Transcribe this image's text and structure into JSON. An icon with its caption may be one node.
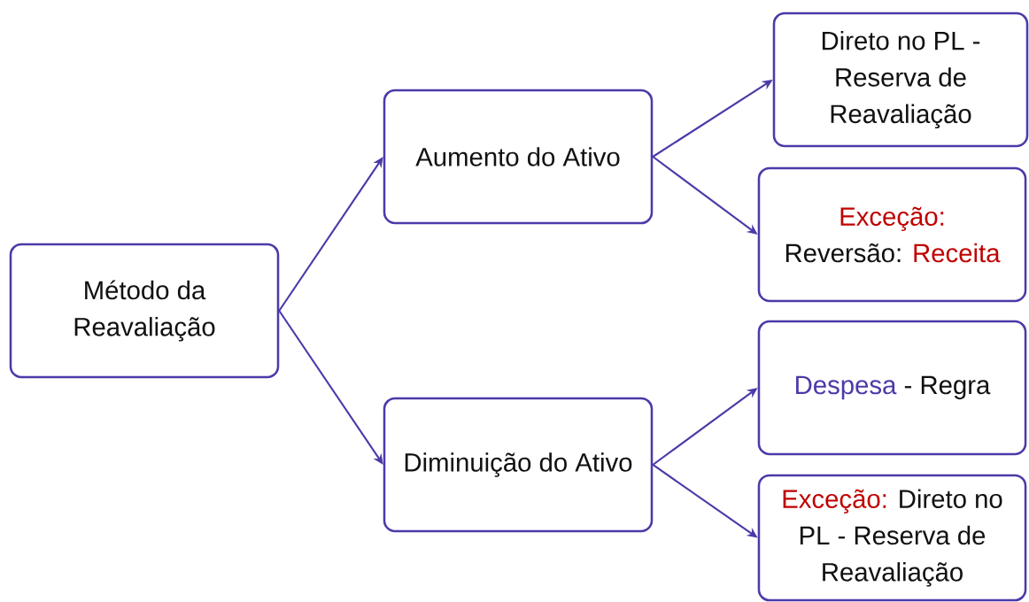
{
  "diagram": {
    "nodes": [
      {
        "text": [
          "Método da Reavaliação"
        ]
      },
      {
        "text": [
          "Aumento do Ativo"
        ]
      },
      {
        "text": [
          "Diminuição do Ativo"
        ]
      },
      {
        "text": [
          "Direto no PL - Reserva de Reavaliação"
        ]
      },
      {
        "text": [
          "Exceção:",
          "Reversão:",
          "Receita"
        ]
      },
      {
        "text": [
          "Despesa",
          "- Regra"
        ]
      },
      {
        "text": [
          "Exceção:",
          "Direto no PL - Reserva de Reavaliação"
        ]
      }
    ],
    "edges": [
      {
        "from": 0,
        "to": 1,
        "arrow": "to"
      },
      {
        "from": 0,
        "to": 2,
        "arrow": "to"
      },
      {
        "from": 1,
        "to": 3,
        "arrow": "to"
      },
      {
        "from": 1,
        "to": 4,
        "arrow": "to"
      },
      {
        "from": 2,
        "to": 5,
        "arrow": "to"
      },
      {
        "from": 2,
        "to": 6,
        "arrow": "to"
      }
    ]
  }
}
